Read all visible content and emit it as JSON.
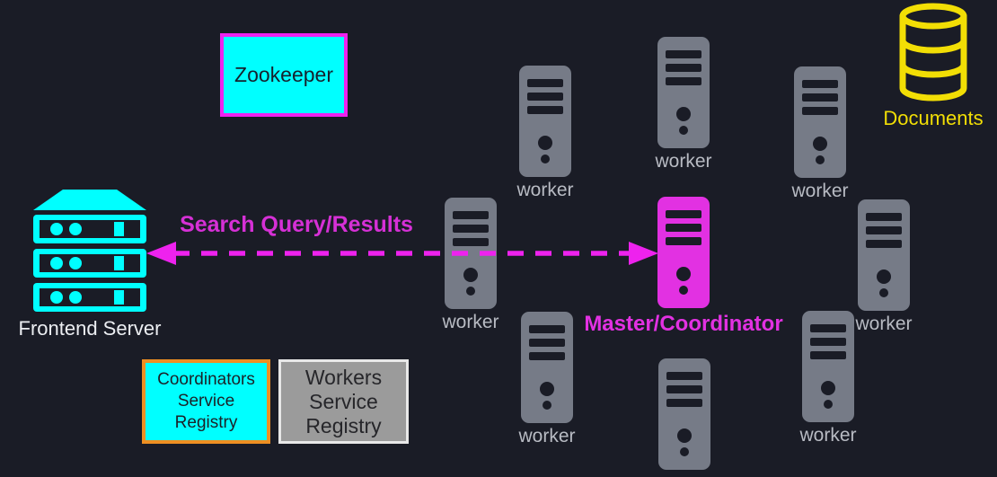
{
  "colors": {
    "background": "#1a1c26",
    "cyan": "#00ffff",
    "magenta": "#e231e2",
    "magenta_border": "#ee22ee",
    "magenta_text": "#d630d6",
    "orange": "#ee8f22",
    "yellow": "#f2de05",
    "worker_gray": "#767b87",
    "worker_label": "#b8bbc3",
    "registry_gray": "#9b9b9b",
    "registry_border": "#e8e8e8"
  },
  "zookeeper": {
    "label": "Zookeeper"
  },
  "documents": {
    "label": "Documents"
  },
  "frontend_server": {
    "label": "Frontend Server"
  },
  "flow": {
    "label": "Search Query/Results"
  },
  "master": {
    "label": "Master/Coordinator"
  },
  "workers": [
    {
      "label": "worker"
    },
    {
      "label": "worker"
    },
    {
      "label": "worker"
    },
    {
      "label": "worker"
    },
    {
      "label": "worker"
    },
    {
      "label": "worker"
    },
    {
      "label": "worker"
    },
    {
      "label": ""
    }
  ],
  "registries": {
    "coordinators": {
      "line1": "Coordinators",
      "line2": "Service",
      "line3": "Registry"
    },
    "workers": {
      "line1": "Workers",
      "line2": "Service",
      "line3": "Registry"
    }
  }
}
